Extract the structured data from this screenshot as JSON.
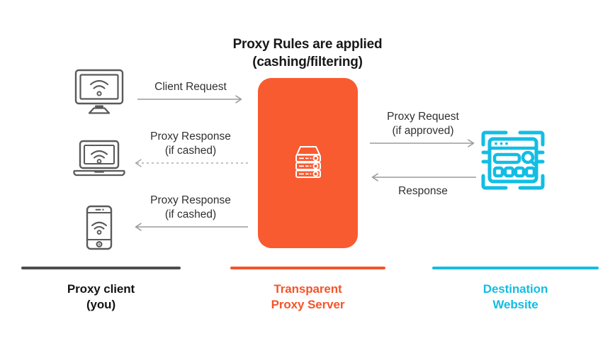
{
  "title": {
    "line1": "Proxy Rules are applied",
    "line2": "(cashing/filtering)"
  },
  "colors": {
    "proxy_orange": "#f95b31",
    "legend_orange": "#f4542a",
    "destination_cyan": "#12bde4",
    "device_gray": "#5a5a5a",
    "arrow_gray": "#9b9b9b",
    "client_rule_gray": "#4d4d4f",
    "text_dark": "#2f3033"
  },
  "nodes": {
    "client": {
      "icons": [
        "desktop-wifi-icon",
        "laptop-wifi-icon",
        "smartphone-wifi-icon"
      ]
    },
    "proxy": {
      "icon": "server-rack-icon"
    },
    "destination": {
      "icon": "website-search-icon"
    }
  },
  "flows": {
    "client_request": {
      "label_line1": "Client Request",
      "label_line2": "",
      "direction": "right",
      "style": "solid",
      "label_position": "above"
    },
    "proxy_response_laptop": {
      "label_line1": "Proxy Response",
      "label_line2": "(if cashed)",
      "direction": "left",
      "style": "dashed",
      "label_position": "above"
    },
    "proxy_response_phone": {
      "label_line1": "Proxy Response",
      "label_line2": "(if cashed)",
      "direction": "left",
      "style": "solid",
      "label_position": "above"
    },
    "proxy_request": {
      "label_line1": "Proxy Request",
      "label_line2": "(if approved)",
      "direction": "right",
      "style": "solid",
      "label_position": "above"
    },
    "response": {
      "label_line1": "Response",
      "label_line2": "",
      "direction": "left",
      "style": "solid",
      "label_position": "below"
    }
  },
  "legend": {
    "client": {
      "line1": "Proxy client",
      "line2": "(you)"
    },
    "proxy": {
      "line1": "Transparent",
      "line2": "Proxy Server"
    },
    "destination": {
      "line1": "Destination",
      "line2": "Website"
    }
  }
}
